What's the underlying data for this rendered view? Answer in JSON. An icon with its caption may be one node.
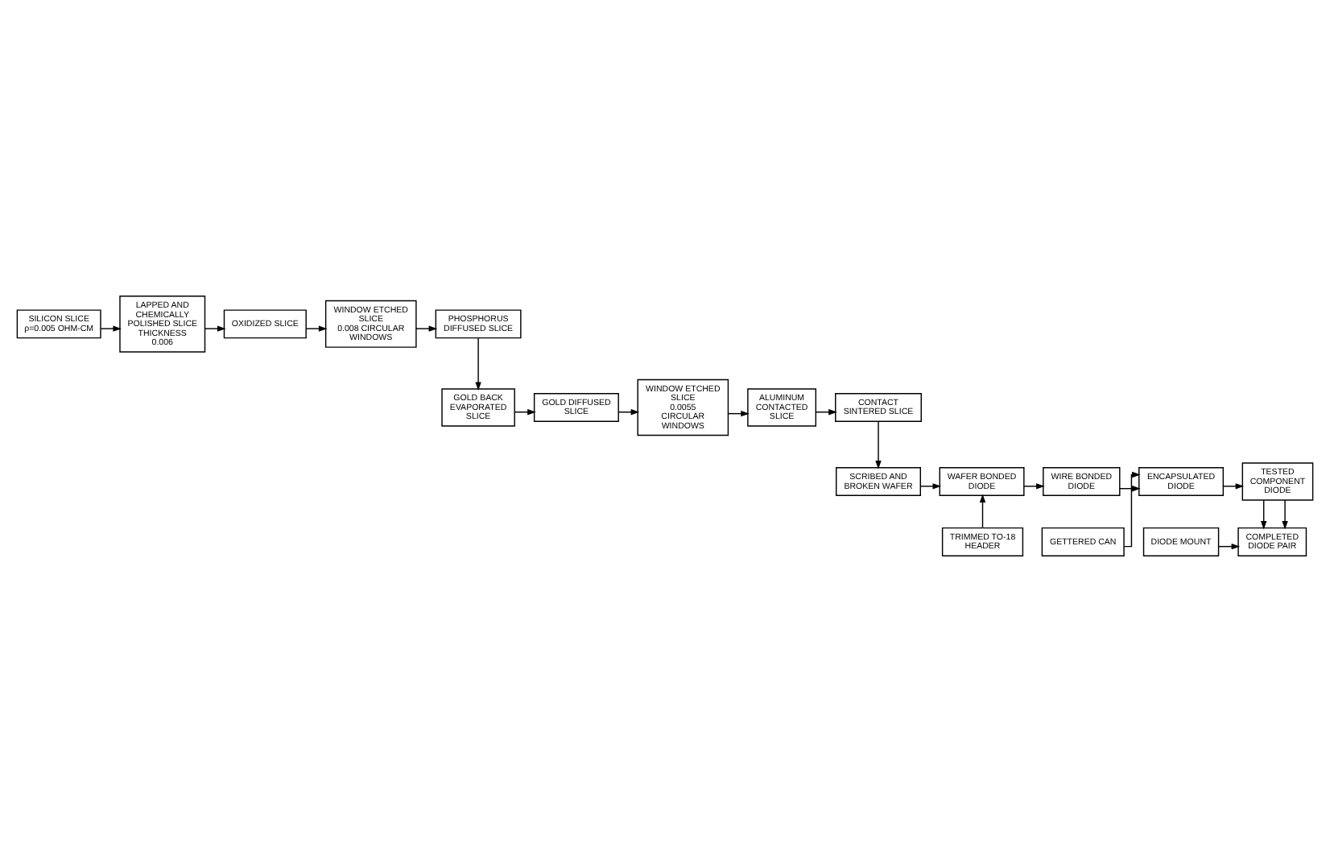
{
  "diagram": {
    "nodes": [
      {
        "text": [
          "SILICON SLICE ρ=0.005 OHM-CM"
        ]
      },
      {
        "text": [
          "LAPPED AND CHEMICALLY POLISHED SLICE",
          "THICKNESS 0.006"
        ]
      },
      {
        "text": [
          "OXIDIZED SLICE"
        ]
      },
      {
        "text": [
          "WINDOW ETCHED SLICE",
          "0.008 CIRCULAR WINDOWS"
        ]
      },
      {
        "text": [
          "PHOSPHORUS DIFFUSED SLICE"
        ]
      },
      {
        "text": [
          "GOLD BACK EVAPORATED SLICE"
        ]
      },
      {
        "text": [
          "GOLD DIFFUSED SLICE"
        ]
      },
      {
        "text": [
          "WINDOW ETCHED SLICE",
          "0.0055 CIRCULAR WINDOWS"
        ]
      },
      {
        "text": [
          "ALUMINUM CONTACTED SLICE"
        ]
      },
      {
        "text": [
          "CONTACT SINTERED SLICE"
        ]
      },
      {
        "text": [
          "SCRIBED AND BROKEN WAFER"
        ]
      },
      {
        "text": [
          "WAFER BONDED DIODE"
        ]
      },
      {
        "text": [
          "WIRE BONDED DIODE"
        ]
      },
      {
        "text": [
          "ENCAPSULATED DIODE"
        ]
      },
      {
        "text": [
          "TESTED COMPONENT DIODE"
        ]
      },
      {
        "text": [
          "TRIMMED TO-18 HEADER"
        ]
      },
      {
        "text": [
          "GETTERED CAN"
        ]
      },
      {
        "text": [
          "DIODE MOUNT"
        ]
      },
      {
        "text": [
          "COMPLETED DIODE PAIR"
        ]
      }
    ],
    "edges": [
      {
        "from": 0,
        "to": 1,
        "arrow": "to"
      },
      {
        "from": 1,
        "to": 2,
        "arrow": "to"
      },
      {
        "from": 2,
        "to": 3,
        "arrow": "to"
      },
      {
        "from": 3,
        "to": 4,
        "arrow": "to"
      },
      {
        "from": 4,
        "to": 5,
        "arrow": "to"
      },
      {
        "from": 5,
        "to": 6,
        "arrow": "to"
      },
      {
        "from": 6,
        "to": 7,
        "arrow": "to"
      },
      {
        "from": 7,
        "to": 8,
        "arrow": "to"
      },
      {
        "from": 8,
        "to": 9,
        "arrow": "to"
      },
      {
        "from": 9,
        "to": 10,
        "arrow": "to"
      },
      {
        "from": 10,
        "to": 11,
        "arrow": "to"
      },
      {
        "from": 11,
        "to": 12,
        "arrow": "to"
      },
      {
        "from": 12,
        "to": 13,
        "arrow": "to"
      },
      {
        "from": 13,
        "to": 14,
        "arrow": "to"
      },
      {
        "from": 15,
        "to": 11,
        "arrow": "to"
      },
      {
        "from": 16,
        "to": 13,
        "arrow": "to"
      },
      {
        "from": 17,
        "to": 18,
        "arrow": "to"
      },
      {
        "from": 14,
        "to": 18,
        "arrow": "to"
      },
      {
        "from": 14,
        "to": 18,
        "arrow": "to"
      }
    ]
  }
}
